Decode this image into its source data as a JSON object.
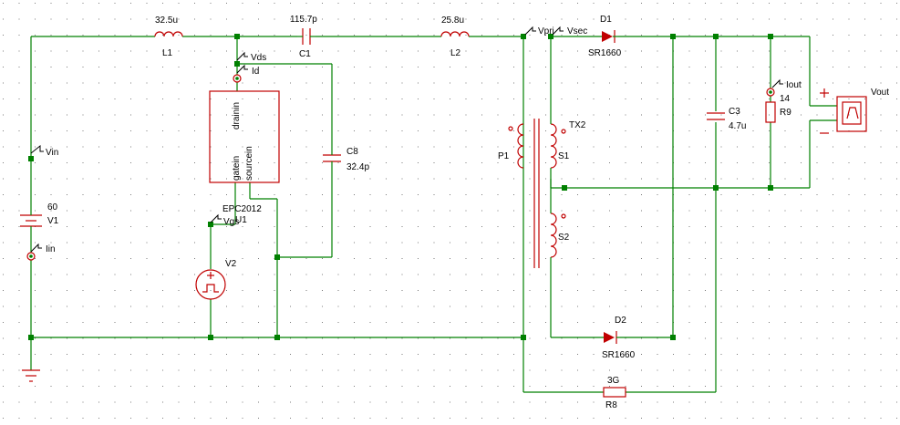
{
  "components": {
    "L1": {
      "name": "L1",
      "value": "32.5u"
    },
    "C1": {
      "name": "C1",
      "value": "115.7p"
    },
    "L2": {
      "name": "L2",
      "value": "25.8u"
    },
    "D1": {
      "name": "D1",
      "part": "SR1660"
    },
    "D2": {
      "name": "D2",
      "part": "SR1660"
    },
    "C8": {
      "name": "C8",
      "value": "32.4p"
    },
    "C3": {
      "name": "C3",
      "value": "4.7u"
    },
    "R9": {
      "name": "R9",
      "value": "14"
    },
    "R8": {
      "name": "R8",
      "value": "3G"
    },
    "V1": {
      "name": "V1",
      "value": "60"
    },
    "V2": {
      "name": "V2"
    },
    "Q": {
      "part": "EPC2012",
      "ref": "U1",
      "pin_drain": "drainin",
      "pin_gate": "gatein",
      "pin_source": "sourcein"
    },
    "TX2": {
      "name": "TX2",
      "primary": "P1",
      "sec1": "S1",
      "sec2": "S2"
    }
  },
  "probes": {
    "vin": "Vin",
    "vds": "Vds",
    "id": "Id",
    "vgs": "Vgs",
    "iin": "Iin",
    "vpri": "Vpri",
    "vsec": "Vsec",
    "iout": "Iout",
    "vout": "Vout"
  }
}
